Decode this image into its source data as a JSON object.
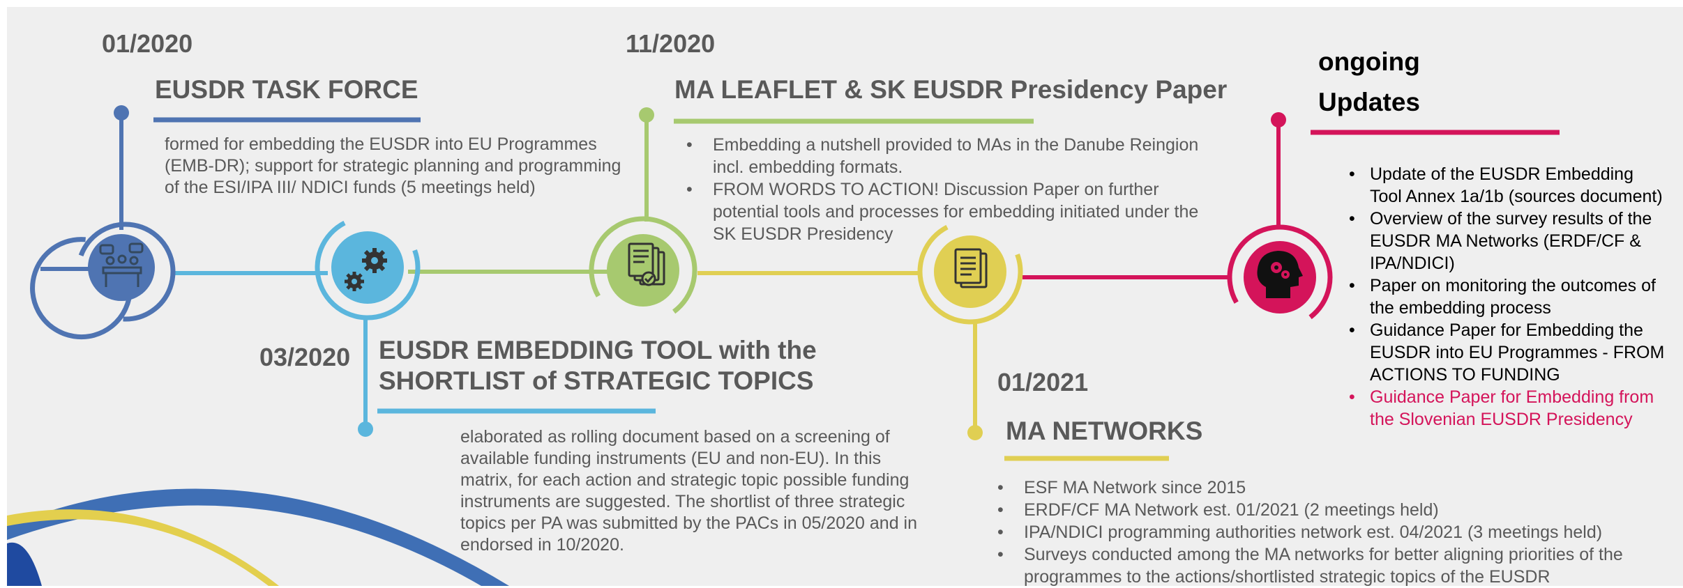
{
  "colors": {
    "blue_dark": "#4f74b2",
    "blue_light": "#5bb6dd",
    "green": "#a7c96f",
    "yellow": "#e0cf53",
    "magenta": "#d4145a"
  },
  "milestones": {
    "task_force": {
      "date": "01/2020",
      "title": "EUSDR TASK FORCE",
      "text": "formed for embedding the EUSDR into EU Programmes (EMB-DR); support for strategic planning and programming of the ESI/IPA III/ NDICI funds (5 meetings held)",
      "icon": "meeting-people-icon"
    },
    "embedding_tool": {
      "date": "03/2020",
      "title_line1": "EUSDR EMBEDDING TOOL with the",
      "title_line2": "SHORTLIST of STRATEGIC TOPICS",
      "text": "elaborated as rolling document based on a screening of available funding instruments (EU and non-EU). In this matrix, for each action and strategic topic possible funding instruments are suggested. The shortlist of three strategic topics per PA was submitted by the PACs in 05/2020 and in endorsed in 10/2020.",
      "icon": "gears-icon"
    },
    "ma_leaflet": {
      "date": "11/2020",
      "title": "MA LEAFLET & SK EUSDR Presidency Paper",
      "bullets": [
        "Embedding a nutshell provided to MAs in the Danube Reingion incl. embedding formats.",
        "FROM WORDS TO ACTION! Discussion Paper on further potential tools and processes for embedding initiated under the SK EUSDR Presidency"
      ],
      "icon": "documents-check-icon"
    },
    "ma_networks": {
      "date": "01/2021",
      "title": "MA NETWORKS",
      "bullets": [
        "ESF MA Network since 2015",
        "ERDF/CF MA Network est. 01/2021 (2 meetings held)",
        "IPA/NDICI programming authorities network est. 04/2021 (3 meetings held)",
        "Surveys conducted among the MA networks for better aligning priorities of the programmes to the actions/shortlisted strategic  topics of the EUSDR"
      ],
      "icon": "document-icon"
    },
    "ongoing": {
      "date": "ongoing",
      "title": "Updates",
      "bullets": [
        "Update of the EUSDR Embedding Tool Annex 1a/1b (sources document)",
        "Overview of the survey results of the EUSDR MA Networks (ERDF/CF & IPA/NDICI)",
        "Paper on monitoring the outcomes of the embedding process",
        "Guidance Paper for Embedding the EUSDR into EU Programmes - FROM ACTIONS TO FUNDING"
      ],
      "highlight_bullet": "Guidance Paper for Embedding from the Slovenian EUSDR Presidency",
      "icon": "head-gears-icon"
    }
  }
}
